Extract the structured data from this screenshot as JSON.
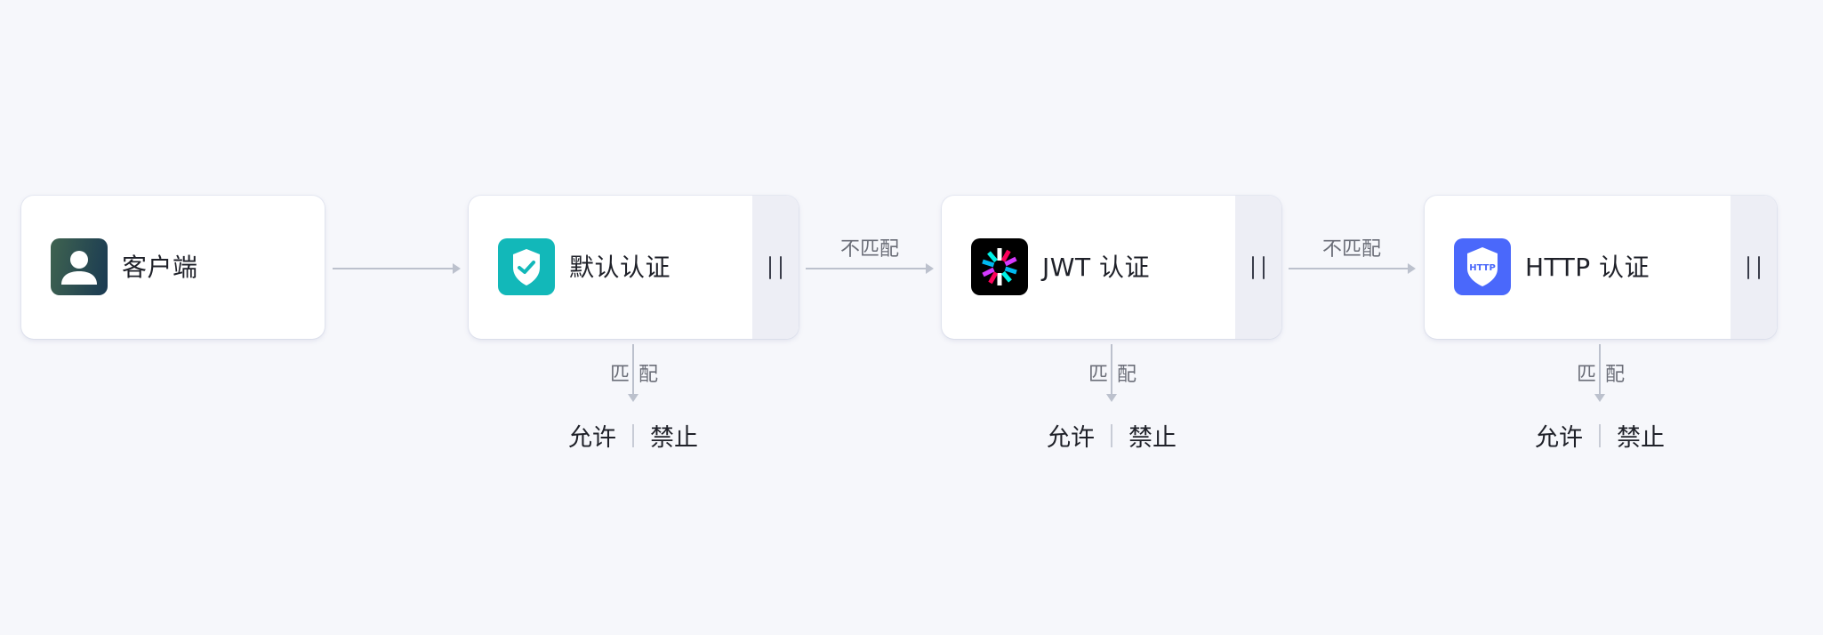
{
  "nodes": [
    {
      "id": "client",
      "label": "客户端",
      "icon": "user-icon",
      "icon_bg": [
        "#3d6150",
        "#1a3a52"
      ],
      "has_handle": false
    },
    {
      "id": "default-auth",
      "label": "默认认证",
      "icon": "shield-check-icon",
      "icon_bg": "#12b8b9",
      "has_handle": true
    },
    {
      "id": "jwt-auth",
      "label": "JWT 认证",
      "icon": "jwt-logo-icon",
      "icon_bg": "#000000",
      "has_handle": true
    },
    {
      "id": "http-auth",
      "label": "HTTP 认证",
      "icon": "http-shield-icon",
      "icon_bg": "#4a68fb",
      "icon_text": "HTTP",
      "has_handle": true
    }
  ],
  "edges": [
    {
      "from": "client",
      "to": "default-auth",
      "label": ""
    },
    {
      "from": "default-auth",
      "to": "jwt-auth",
      "label": "不匹配"
    },
    {
      "from": "jwt-auth",
      "to": "http-auth",
      "label": "不匹配"
    }
  ],
  "branches": [
    {
      "node": "default-auth",
      "label": "匹配",
      "actions": [
        "允许",
        "禁止"
      ]
    },
    {
      "node": "jwt-auth",
      "label": "匹配",
      "actions": [
        "允许",
        "禁止"
      ]
    },
    {
      "node": "http-auth",
      "label": "匹配",
      "actions": [
        "允许",
        "禁止"
      ]
    }
  ],
  "colors": {
    "background": "#f6f7fb",
    "connector": "#bcc1cd",
    "handle_bg": "#edeef5"
  }
}
